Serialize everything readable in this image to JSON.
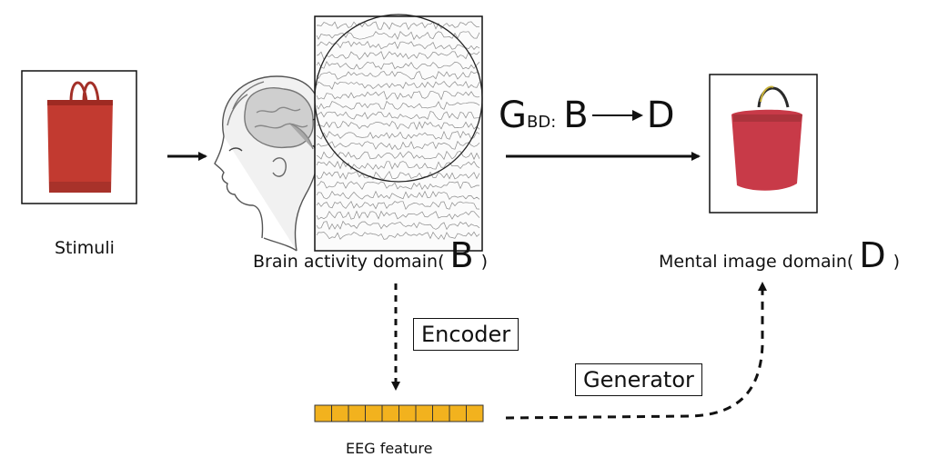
{
  "labels": {
    "stimuli": "Stimuli",
    "brain_domain": "Brain activity domain(",
    "brain_letter": "B",
    "mental_domain": "Mental image domain(",
    "mental_letter": "D",
    "close_paren": ")",
    "encoder": "Encoder",
    "generator": "Generator",
    "eeg_feature": "EEG feature"
  },
  "mapping": {
    "G": "G",
    "subscript": "BD:",
    "from": "B",
    "to": "D"
  },
  "colors": {
    "bag_red": "#c23a30",
    "bag_red_dark": "#9e2a22",
    "eeg_orange": "#f2b21e",
    "line": "#111111",
    "head_gray": "#8c8c8c"
  },
  "eeg_cells": 10
}
